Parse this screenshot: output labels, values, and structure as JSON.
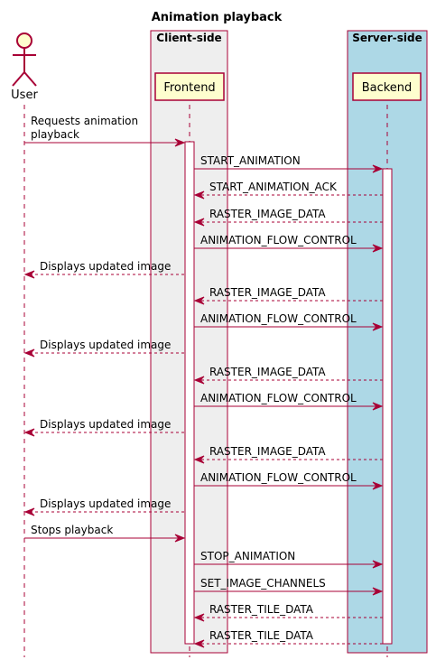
{
  "title": "Animation playback",
  "colors": {
    "line": "#A80036",
    "participant_fill": "#FEFECE",
    "client_box": "#EEEEEE",
    "server_box": "#ADD8E6",
    "activation_fill": "#FFFFFF",
    "actor_fill": "#FEFECE"
  },
  "boxes": {
    "client": {
      "label": "Client-side"
    },
    "server": {
      "label": "Server-side"
    }
  },
  "participants": {
    "user": {
      "label": "User",
      "kind": "actor"
    },
    "frontend": {
      "label": "Frontend"
    },
    "backend": {
      "label": "Backend"
    }
  },
  "messages": [
    {
      "from": "user",
      "to": "frontend",
      "label": "Requests animation playback",
      "style": "solid"
    },
    {
      "from": "frontend",
      "to": "backend",
      "label": "START_ANIMATION",
      "style": "solid"
    },
    {
      "from": "backend",
      "to": "frontend",
      "label": "START_ANIMATION_ACK",
      "style": "dashed"
    },
    {
      "from": "backend",
      "to": "frontend",
      "label": "RASTER_IMAGE_DATA",
      "style": "dashed"
    },
    {
      "from": "frontend",
      "to": "backend",
      "label": "ANIMATION_FLOW_CONTROL",
      "style": "solid"
    },
    {
      "from": "frontend",
      "to": "user",
      "label": "Displays updated image",
      "style": "dashed"
    },
    {
      "from": "backend",
      "to": "frontend",
      "label": "RASTER_IMAGE_DATA",
      "style": "dashed"
    },
    {
      "from": "frontend",
      "to": "backend",
      "label": "ANIMATION_FLOW_CONTROL",
      "style": "solid"
    },
    {
      "from": "frontend",
      "to": "user",
      "label": "Displays updated image",
      "style": "dashed"
    },
    {
      "from": "backend",
      "to": "frontend",
      "label": "RASTER_IMAGE_DATA",
      "style": "dashed"
    },
    {
      "from": "frontend",
      "to": "backend",
      "label": "ANIMATION_FLOW_CONTROL",
      "style": "solid"
    },
    {
      "from": "frontend",
      "to": "user",
      "label": "Displays updated image",
      "style": "dashed"
    },
    {
      "from": "backend",
      "to": "frontend",
      "label": "RASTER_IMAGE_DATA",
      "style": "dashed"
    },
    {
      "from": "frontend",
      "to": "backend",
      "label": "ANIMATION_FLOW_CONTROL",
      "style": "solid"
    },
    {
      "from": "frontend",
      "to": "user",
      "label": "Displays updated image",
      "style": "dashed"
    },
    {
      "from": "user",
      "to": "frontend",
      "label": "Stops playback",
      "style": "solid"
    },
    {
      "from": "frontend",
      "to": "backend",
      "label": "STOP_ANIMATION",
      "style": "solid"
    },
    {
      "from": "frontend",
      "to": "backend",
      "label": "SET_IMAGE_CHANNELS",
      "style": "solid"
    },
    {
      "from": "backend",
      "to": "frontend",
      "label": "RASTER_TILE_DATA",
      "style": "dashed"
    },
    {
      "from": "backend",
      "to": "frontend",
      "label": "RASTER_TILE_DATA",
      "style": "dashed"
    }
  ]
}
